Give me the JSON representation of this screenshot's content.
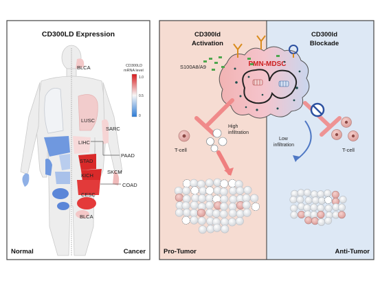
{
  "left_panel": {
    "title": "CD300LD Expression",
    "legend": {
      "title_line1": "CD300LD",
      "title_line2": "mRNA level",
      "ticks": [
        "1.0",
        "0.5",
        "0"
      ],
      "colors": {
        "high": "#d7191c",
        "mid": "#f7f7f7",
        "low": "#2c7bd6"
      }
    },
    "organ_labels": {
      "blca_top": "BLCA",
      "lusc": "LUSC",
      "sarc": "SARC",
      "lihc": "LIHC",
      "paad": "PAAD",
      "stad": "STAD",
      "kich": "KICH",
      "skcm": "SKCM",
      "coad": "COAD",
      "cesc": "CESC",
      "blca_bottom": "BLCA"
    },
    "footer_left": "Normal",
    "footer_right": "Cancer"
  },
  "activation_panel": {
    "title_line1": "CD300ld",
    "title_line2": "Activation",
    "s100_label": "S100A8/A9",
    "tcell_label": "T-cell",
    "infiltration_line1": "High",
    "infiltration_line2": "infiltration",
    "footer": "Pro-Tumor",
    "bg_color": "#f6dcd2"
  },
  "blockade_panel": {
    "title_line1": "CD300ld",
    "title_line2": "Blockade",
    "infiltration_line1": "Low",
    "infiltration_line2": "infiltration",
    "tcell_label": "T-cell",
    "footer": "Anti-Tumor",
    "bg_color": "#dde8f5"
  },
  "center_cell": {
    "label": "PMN-MDSC",
    "label_color": "#cc1f1f"
  }
}
